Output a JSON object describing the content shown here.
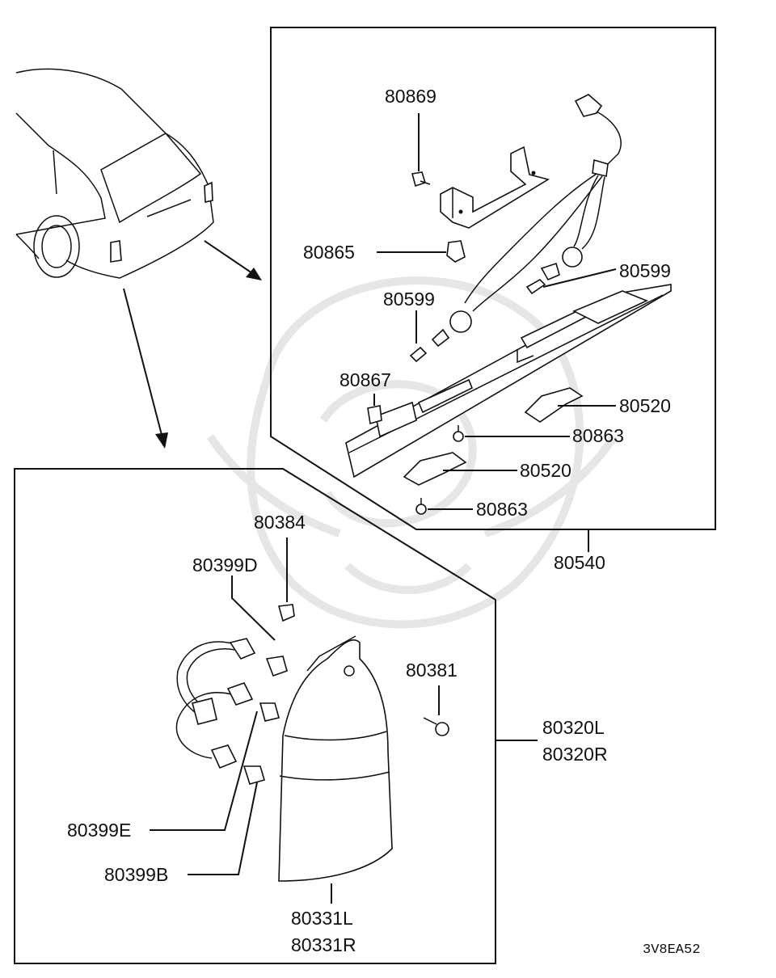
{
  "labels": {
    "p80869": "80869",
    "p80865": "80865",
    "p80599_right": "80599",
    "p80599_left": "80599",
    "p80867": "80867",
    "p80520_upper": "80520",
    "p80863_upper": "80863",
    "p80520_lower": "80520",
    "p80863_lower": "80863",
    "p80540": "80540",
    "p80384": "80384",
    "p80399D": "80399D",
    "p80381": "80381",
    "p80320L": "80320L",
    "p80320R": "80320R",
    "p80399E": "80399E",
    "p80399B": "80399B",
    "p80331L": "80331L",
    "p80331R": "80331R"
  },
  "diagram_code": "3V8EA52"
}
